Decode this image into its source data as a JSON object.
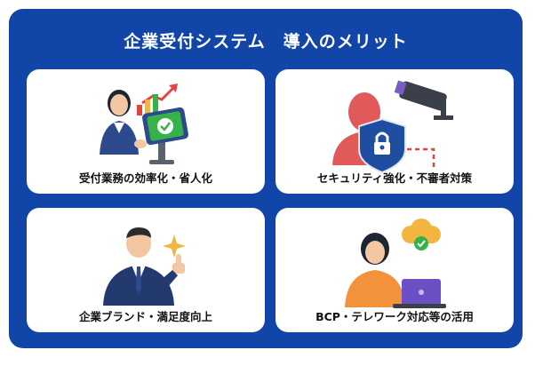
{
  "title": "企業受付システム　導入のメリット",
  "cards": [
    {
      "label": "受付業務の効率化・省人化",
      "icon": "receptionist-tablet-icon"
    },
    {
      "label": "セキュリティ強化・不審者対策",
      "icon": "security-camera-shield-icon"
    },
    {
      "label": "企業ブランド・満足度向上",
      "icon": "businessman-thumbs-up-icon"
    },
    {
      "label": "BCP・テレワーク対応等の活用",
      "icon": "remote-worker-cloud-icon"
    }
  ],
  "colors": {
    "panel": "#1146a8",
    "card": "#ffffff",
    "accent_red": "#e05a5a",
    "accent_green": "#36b24a"
  }
}
